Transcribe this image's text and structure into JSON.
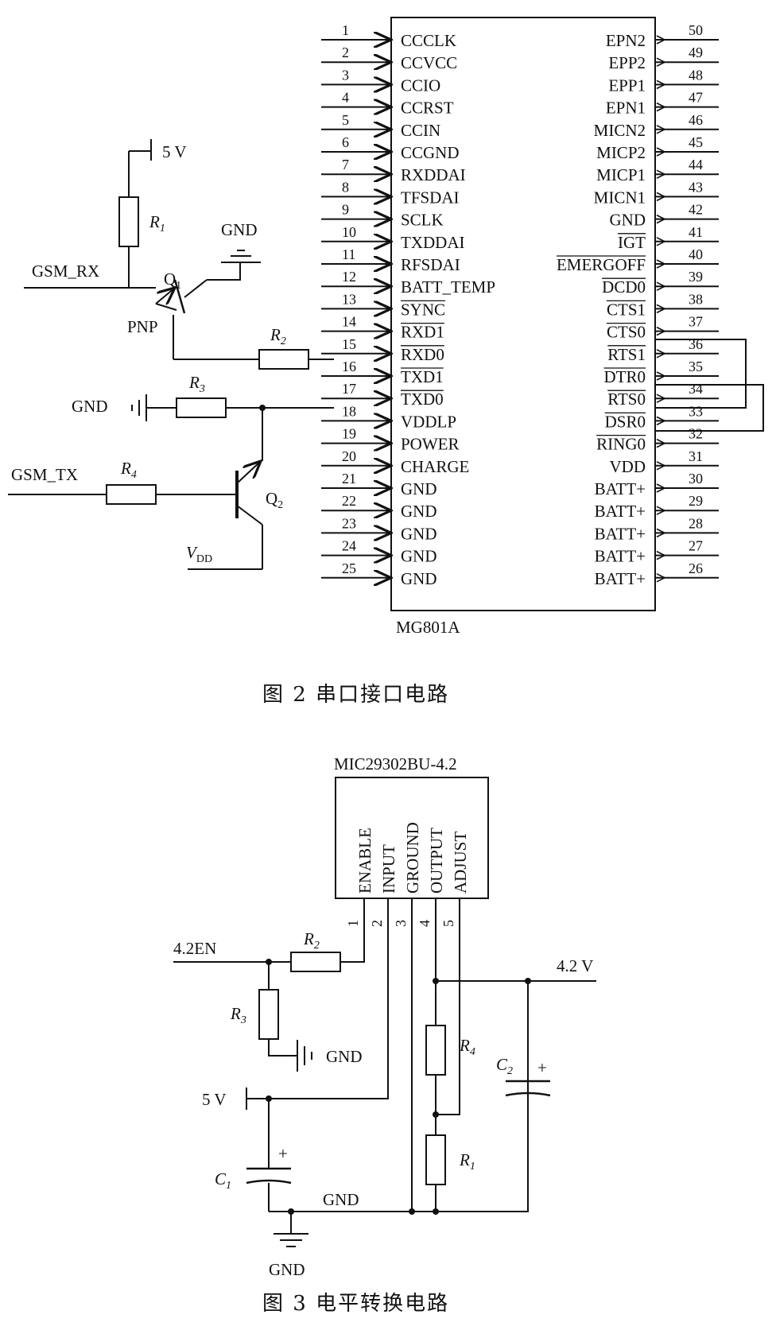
{
  "fig2": {
    "chip_name": "MG801A",
    "caption": "图 2   串口接口电路",
    "left_pins": [
      {
        "n": "1",
        "name": "CCCLK",
        "bar": false
      },
      {
        "n": "2",
        "name": "CCVCC",
        "bar": false
      },
      {
        "n": "3",
        "name": "CCIO",
        "bar": false
      },
      {
        "n": "4",
        "name": "CCRST",
        "bar": false
      },
      {
        "n": "5",
        "name": "CCIN",
        "bar": false
      },
      {
        "n": "6",
        "name": "CCGND",
        "bar": false
      },
      {
        "n": "7",
        "name": "RXDDAI",
        "bar": false
      },
      {
        "n": "8",
        "name": "TFSDAI",
        "bar": false
      },
      {
        "n": "9",
        "name": "SCLK",
        "bar": false
      },
      {
        "n": "10",
        "name": "TXDDAI",
        "bar": false
      },
      {
        "n": "11",
        "name": "RFSDAI",
        "bar": false
      },
      {
        "n": "12",
        "name": "BATT_TEMP",
        "bar": false
      },
      {
        "n": "13",
        "name": "SYNC",
        "bar": true
      },
      {
        "n": "14",
        "name": "RXD1",
        "bar": true
      },
      {
        "n": "15",
        "name": "RXD0",
        "bar": true
      },
      {
        "n": "16",
        "name": "TXD1",
        "bar": true
      },
      {
        "n": "17",
        "name": "TXD0",
        "bar": true
      },
      {
        "n": "18",
        "name": "VDDLP",
        "bar": false
      },
      {
        "n": "19",
        "name": "POWER",
        "bar": false
      },
      {
        "n": "20",
        "name": "CHARGE",
        "bar": false
      },
      {
        "n": "21",
        "name": "GND",
        "bar": false
      },
      {
        "n": "22",
        "name": "GND",
        "bar": false
      },
      {
        "n": "23",
        "name": "GND",
        "bar": false
      },
      {
        "n": "24",
        "name": "GND",
        "bar": false
      },
      {
        "n": "25",
        "name": "GND",
        "bar": false
      }
    ],
    "right_pins": [
      {
        "n": "50",
        "name": "EPN2",
        "bar": false
      },
      {
        "n": "49",
        "name": "EPP2",
        "bar": false
      },
      {
        "n": "48",
        "name": "EPP1",
        "bar": false
      },
      {
        "n": "47",
        "name": "EPN1",
        "bar": false
      },
      {
        "n": "46",
        "name": "MICN2",
        "bar": false
      },
      {
        "n": "45",
        "name": "MICP2",
        "bar": false
      },
      {
        "n": "44",
        "name": "MICP1",
        "bar": false
      },
      {
        "n": "43",
        "name": "MICN1",
        "bar": false
      },
      {
        "n": "42",
        "name": "GND",
        "bar": false
      },
      {
        "n": "41",
        "name": "IGT",
        "bar": true
      },
      {
        "n": "40",
        "name": "EMERGOFF",
        "bar": true
      },
      {
        "n": "39",
        "name": "DCD0",
        "bar": true
      },
      {
        "n": "38",
        "name": "CTS1",
        "bar": true
      },
      {
        "n": "37",
        "name": "CTS0",
        "bar": true
      },
      {
        "n": "36",
        "name": "RTS1",
        "bar": true
      },
      {
        "n": "35",
        "name": "DTR0",
        "bar": true
      },
      {
        "n": "34",
        "name": "RTS0",
        "bar": true
      },
      {
        "n": "33",
        "name": "DSR0",
        "bar": true
      },
      {
        "n": "32",
        "name": "RING0",
        "bar": true
      },
      {
        "n": "31",
        "name": "VDD",
        "bar": false
      },
      {
        "n": "30",
        "name": "BATT+",
        "bar": false
      },
      {
        "n": "29",
        "name": "BATT+",
        "bar": false
      },
      {
        "n": "28",
        "name": "BATT+",
        "bar": false
      },
      {
        "n": "27",
        "name": "BATT+",
        "bar": false
      },
      {
        "n": "26",
        "name": "BATT+",
        "bar": false
      }
    ],
    "labels": {
      "v5": "5 V",
      "r1": "R",
      "r1_sub": "1",
      "gnd_top": "GND",
      "gsm_rx": "GSM_RX",
      "q1": "Q",
      "q1_sub": "1",
      "pnp": "PNP",
      "r2": "R",
      "r2_sub": "2",
      "r3": "R",
      "r3_sub": "3",
      "gnd_left": "GND",
      "gsm_tx": "GSM_TX",
      "r4": "R",
      "r4_sub": "4",
      "q2": "Q",
      "q2_sub": "2",
      "vdd": "V",
      "vdd_sub": "DD"
    }
  },
  "fig3": {
    "chip_name": "MIC29302BU-4.2",
    "caption": "图 3   电平转换电路",
    "pins": [
      {
        "n": "1",
        "name": "ENABLE"
      },
      {
        "n": "2",
        "name": "INPUT"
      },
      {
        "n": "3",
        "name": "GROUND"
      },
      {
        "n": "4",
        "name": "OUTPUT"
      },
      {
        "n": "5",
        "name": "ADJUST"
      }
    ],
    "labels": {
      "en": "4.2EN",
      "r2": "R",
      "r2_sub": "2",
      "r3": "R",
      "r3_sub": "3",
      "gnd_r3": "GND",
      "v5": "5 V",
      "c1": "C",
      "c1_sub": "1",
      "c1_plus": "+",
      "gnd_line": "GND",
      "gnd_bottom": "GND",
      "v42": "4.2 V",
      "r4": "R",
      "r4_sub": "4",
      "r1": "R",
      "r1_sub": "1",
      "c2": "C",
      "c2_sub": "2",
      "c2_plus": "+"
    }
  }
}
